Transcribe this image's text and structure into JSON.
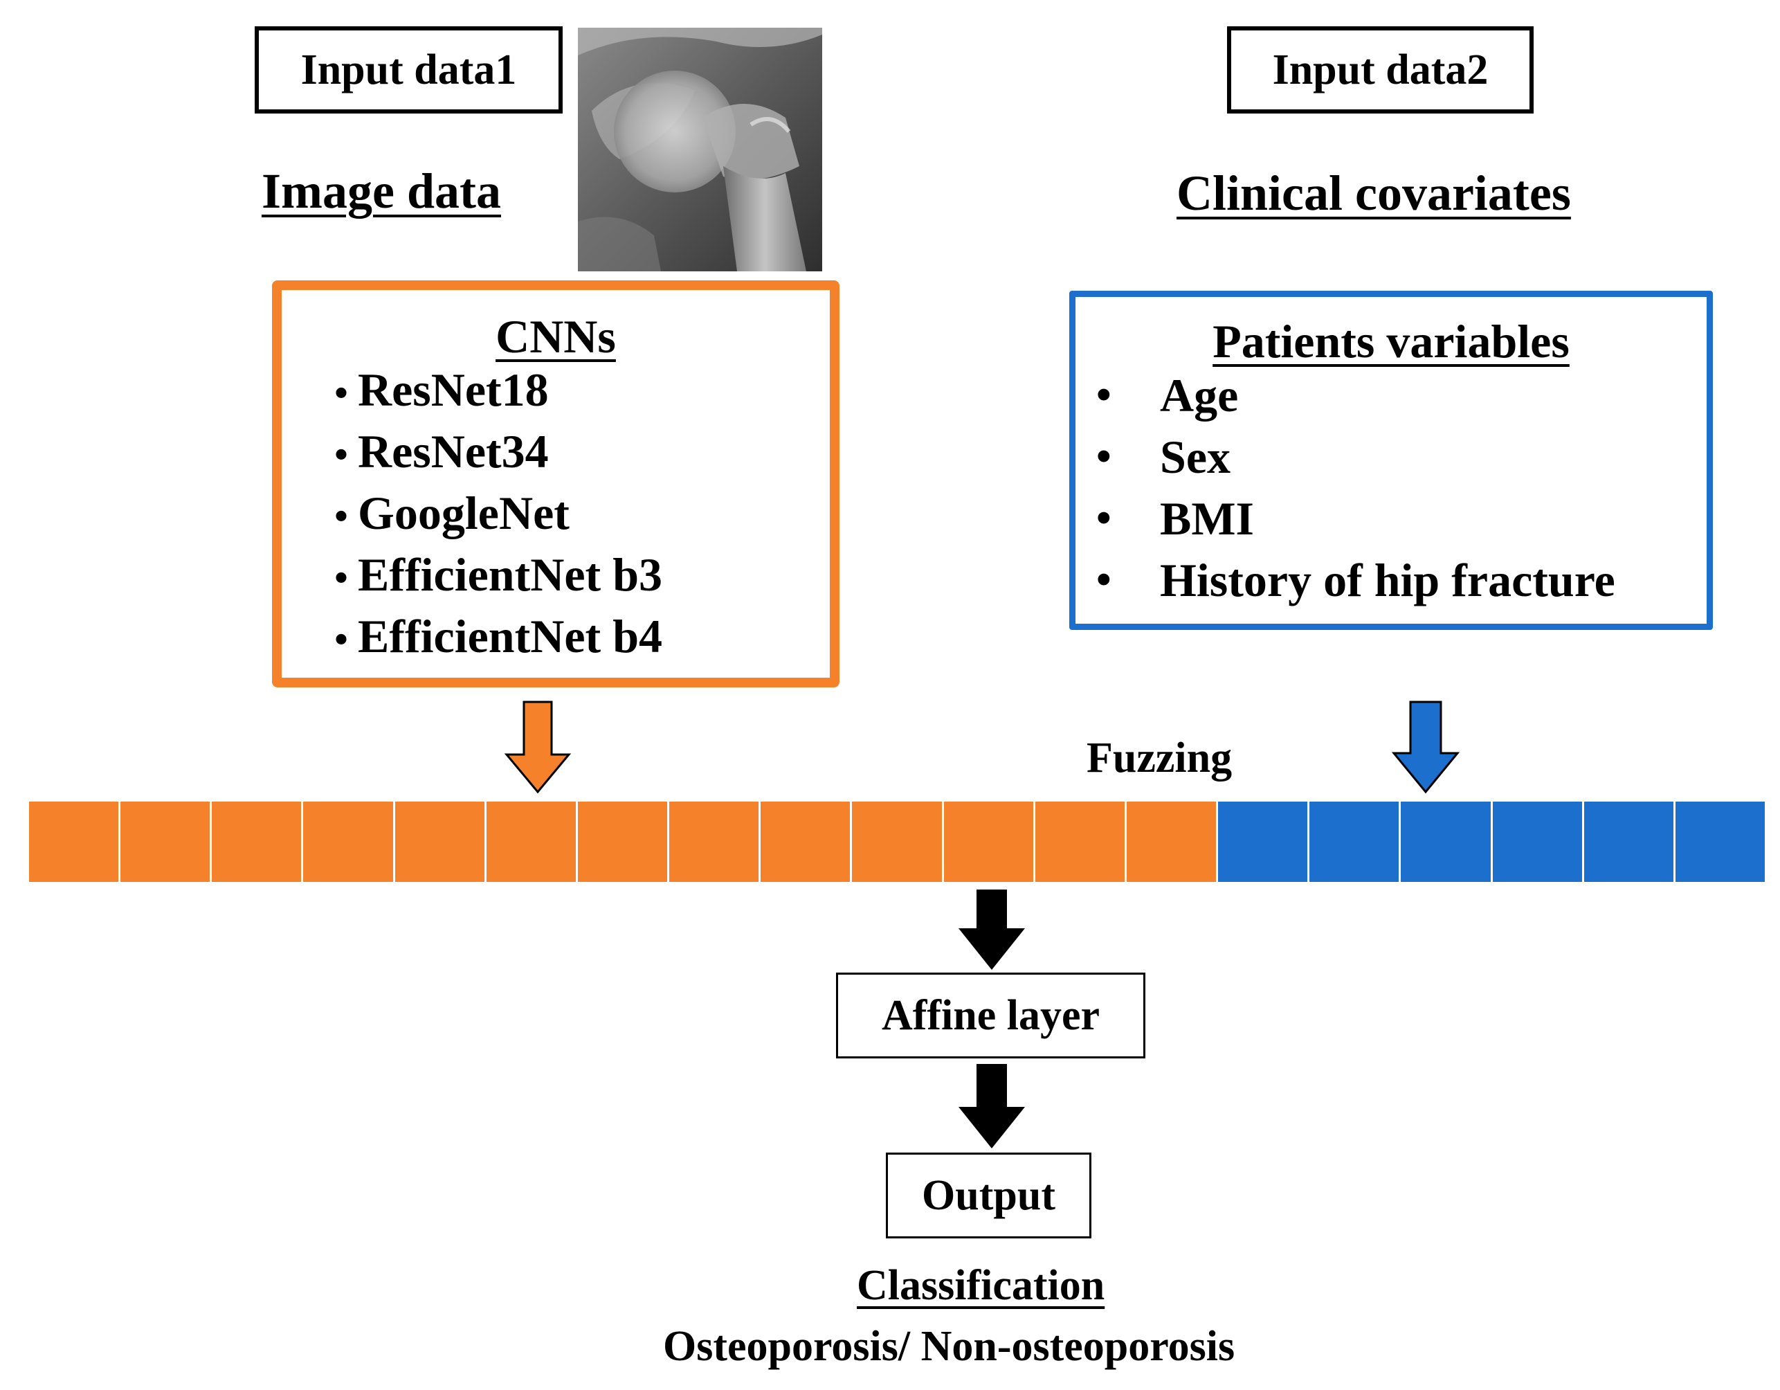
{
  "input1": {
    "label": "Input data1",
    "title": "Image data"
  },
  "input2": {
    "label": "Input data2",
    "title": "Clinical covariates"
  },
  "cnn_panel": {
    "title": "CNNs",
    "bullet": "・",
    "items": [
      "ResNet18",
      "ResNet34",
      "GoogleNet",
      "EfficientNet b3",
      "EfficientNet b4"
    ],
    "border_color": "#F5822A"
  },
  "patient_panel": {
    "title": "Patients variables",
    "bullet": "•",
    "items": [
      "Age",
      "Sex",
      "BMI",
      "History of hip fracture"
    ],
    "border_color": "#1C6FCC"
  },
  "fusion": {
    "label": "Fuzzing",
    "image_feature_cells": 13,
    "clinical_feature_cells": 6,
    "image_color": "#F5822A",
    "clinical_color": "#1C6FCC"
  },
  "affine": {
    "label": "Affine layer"
  },
  "output": {
    "label": "Output"
  },
  "classification": {
    "title": "Classification",
    "classes": "Osteoporosis/ Non-osteoporosis"
  },
  "icons": {
    "xray": "hip-xray-image",
    "arrow_image": "orange-hollow-down-arrow-icon",
    "arrow_clinical": "blue-down-arrow-icon",
    "arrow_black": "black-down-arrow-icon"
  }
}
